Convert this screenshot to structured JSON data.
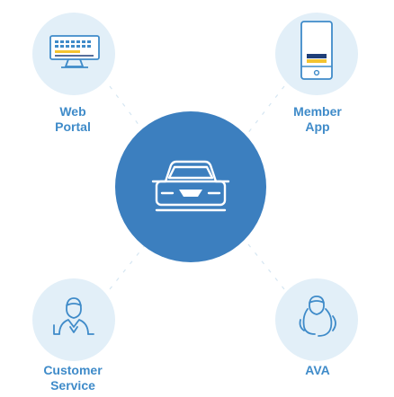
{
  "nodes": {
    "web_portal": {
      "line1": "Web",
      "line2": "Portal",
      "icon": "desktop-computer-icon"
    },
    "member_app": {
      "line1": "Member",
      "line2": "App",
      "icon": "mobile-phone-icon"
    },
    "customer_service": {
      "line1": "Customer",
      "line2": "Service",
      "icon": "customer-service-agent-icon"
    },
    "ava": {
      "line1": "AVA",
      "icon": "virtual-assistant-headset-icon"
    },
    "hub": {
      "icon": "car-icon"
    }
  },
  "colors": {
    "hub_fill": "#3c7fbf",
    "bubble_fill": "#e2eff8",
    "label_text": "#3f8bc9",
    "icon_stroke": "#3f8bc9",
    "connector": "#cfe3f1",
    "accent_yellow": "#f4c430",
    "accent_navy": "#1f3f78"
  }
}
